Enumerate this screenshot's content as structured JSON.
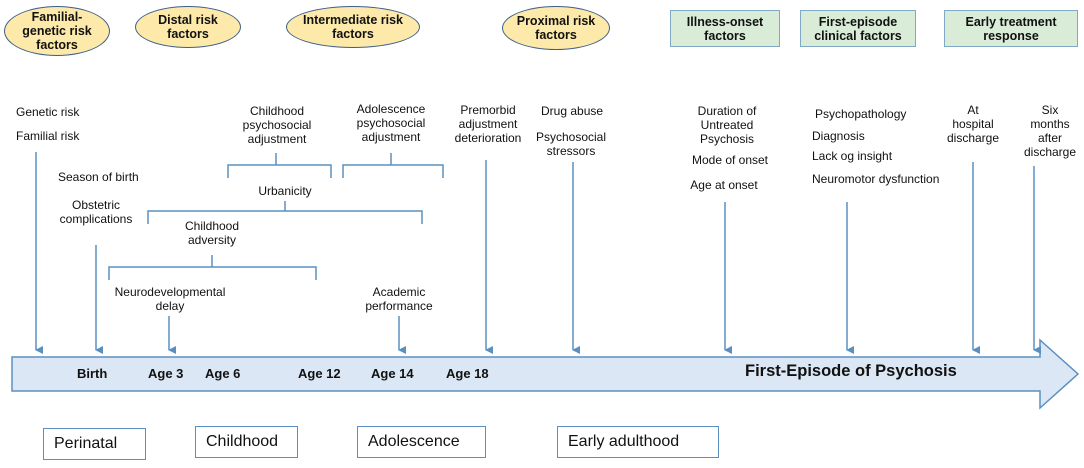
{
  "categories": {
    "familial": "Familial-genetic risk factors",
    "distal": "Distal risk factors",
    "intermediate": "Intermediate risk factors",
    "proximal": "Proximal risk factors",
    "illness_onset": "Illness-onset factors",
    "first_episode": "First-episode clinical factors",
    "early_treatment": "Early treatment response"
  },
  "labels": {
    "genetic_risk": "Genetic risk",
    "familial_risk": "Familial risk",
    "season_of_birth": "Season of birth",
    "obstetric_1": "Obstetric",
    "obstetric_2": "complications",
    "childhood_psy_1": "Childhood",
    "childhood_psy_2": "psychosocial",
    "childhood_psy_3": "adjustment",
    "adolescence_psy_1": "Adolescence",
    "adolescence_psy_2": "psychosocial",
    "adolescence_psy_3": "adjustment",
    "urbanicity": "Urbanicity",
    "childhood_adversity_1": "Childhood",
    "childhood_adversity_2": "adversity",
    "neurodev_1": "Neurodevelopmental",
    "neurodev_2": "delay",
    "academic_1": "Academic",
    "academic_2": "performance",
    "premorbid_1": "Premorbid",
    "premorbid_2": "adjustment",
    "premorbid_3": "deterioration",
    "drug_abuse": "Drug abuse",
    "psychosocial_stressors_1": "Psychosocial",
    "psychosocial_stressors_2": "stressors",
    "dup_1": "Duration of",
    "dup_2": "Untreated",
    "dup_3": "Psychosis",
    "mode_of_onset": "Mode of onset",
    "age_at_onset": "Age at onset",
    "psychopathology": "Psychopathology",
    "diagnosis": "Diagnosis",
    "lack_insight": "Lack og insight",
    "neuromotor": "Neuromotor dysfunction",
    "at_discharge_1": "At",
    "at_discharge_2": "hospital",
    "at_discharge_3": "discharge",
    "six_months_1": "Six",
    "six_months_2": "months",
    "six_months_3": "after",
    "six_months_4": "discharge"
  },
  "timeline": {
    "birth": "Birth",
    "age3": "Age 3",
    "age6": "Age 6",
    "age12": "Age 12",
    "age14": "Age 14",
    "age18": "Age 18",
    "fep": "First-Episode of Psychosis"
  },
  "periods": {
    "perinatal": "Perinatal",
    "childhood": "Childhood",
    "adolescence": "Adolescence",
    "early_adulthood": "Early adulthood"
  },
  "colors": {
    "oval_fill": "#fde9a9",
    "rect_fill": "#d9ecd7",
    "arrow_fill": "#dbe7f4",
    "line": "#5b8fc0"
  }
}
